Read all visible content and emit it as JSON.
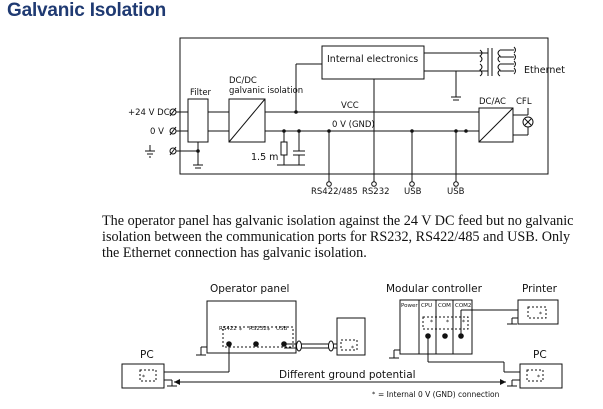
{
  "title": "Galvanic Isolation",
  "top_diagram": {
    "filter_label": "Filter",
    "dcdc_label_line1": "DC/DC",
    "dcdc_label_line2": "galvanic isolation",
    "internal_electronics_label": "Internal electronics",
    "ethernet_label": "Ethernet",
    "dcac_label": "DC/AC",
    "cfl_label": "CFL",
    "vcc_label": "VCC",
    "gnd_label": "0 V (GND)",
    "input_24v_label": "+24 V DC",
    "input_0v_label": "0 V",
    "length_label": "1.5 m",
    "ports": [
      "RS422/485",
      "RS232",
      "USB",
      "USB"
    ]
  },
  "paragraph_lines": [
    "The operator panel has galvanic isolation against the 24 V DC feed but no galvanic",
    "isolation between the communication ports for RS232, RS422/485 and USB. Only",
    "the Ethernet connection has galvanic isolation."
  ],
  "bottom_diagram": {
    "operator_panel_label": "Operator panel",
    "modular_controller_label": "Modular controller",
    "printer_label": "Printer",
    "pc_left_label": "PC",
    "pc_right_label": "PC",
    "op_port_rs422": "RS422",
    "op_port_rs232": "RS232",
    "op_port_usb": "USB",
    "module_power": "Power",
    "module_cpu": "CPU",
    "module_com": "COM",
    "module_com2": "COM2",
    "ground_potential_label": "Different ground potential",
    "footnote": "= Internal 0 V (GND) connection",
    "star_marker": "*"
  }
}
